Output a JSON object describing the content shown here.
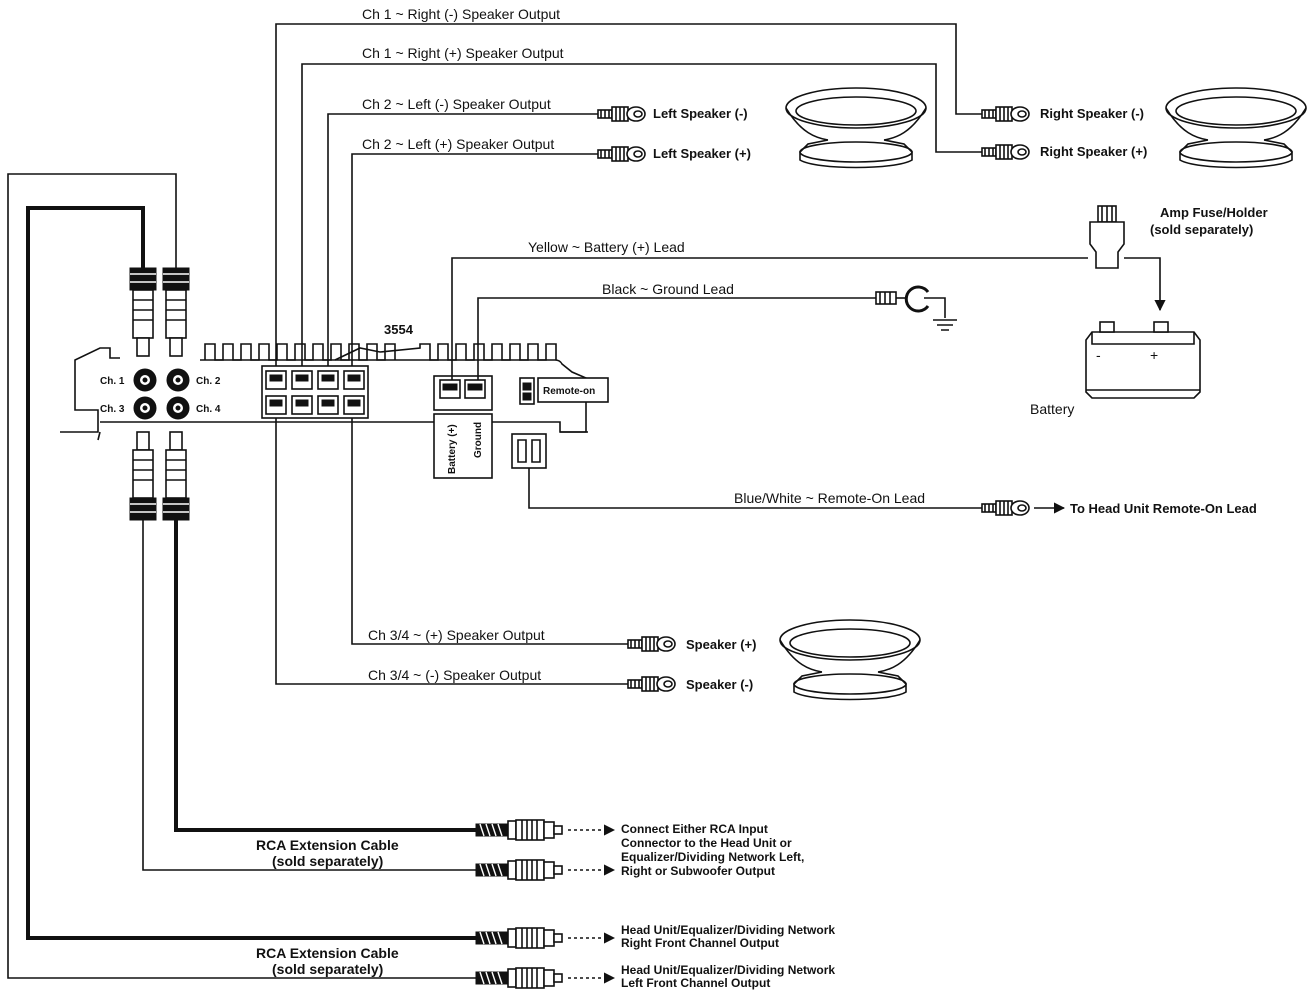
{
  "amplifier": {
    "model": "3554",
    "channel_labels": {
      "ch1": "Ch. 1",
      "ch2": "Ch. 2",
      "ch3": "Ch. 3",
      "ch4": "Ch. 4"
    },
    "power_terminals": {
      "battery": "Battery (+)",
      "ground": "Ground"
    },
    "remote_label": "Remote-on"
  },
  "wires": {
    "ch1_right_neg": "Ch 1 ~  Right (-) Speaker Output",
    "ch1_right_pos": "Ch 1 ~ Right (+) Speaker Output",
    "ch2_left_neg": "Ch 2 ~ Left (-) Speaker Output",
    "ch2_left_pos": "Ch 2 ~ Left (+) Speaker Output",
    "battery_lead": "Yellow ~ Battery  (+) Lead",
    "ground_lead": "Black ~ Ground Lead",
    "remote_lead": "Blue/White ~ Remote-On Lead",
    "ch34_pos": "Ch 3/4 ~ (+) Speaker Output",
    "ch34_neg": "Ch 3/4 ~ (-) Speaker Output"
  },
  "speakers": {
    "left_neg": "Left Speaker (-)",
    "left_pos": "Left Speaker (+)",
    "right_neg": "Right Speaker (-)",
    "right_pos": "Right Speaker (+)",
    "pos": "Speaker (+)",
    "neg": "Speaker (-)"
  },
  "fuse": {
    "line1": "Amp Fuse/Holder",
    "line2": "(sold separately)"
  },
  "battery": {
    "label": "Battery",
    "minus": "-",
    "plus": "+"
  },
  "head_unit_remote": "To Head Unit Remote-On Lead",
  "rca_upper": {
    "cable_line1": "RCA Extension Cable",
    "cable_line2": "(sold separately)",
    "note_line1": "Connect Either RCA Input",
    "note_line2": "Connector to the Head Unit or",
    "note_line3": "Equalizer/Dividing Network Left,",
    "note_line4": "Right or Subwoofer Output"
  },
  "rca_lower": {
    "cable_line1": "RCA Extension Cable",
    "cable_line2": "(sold separately)",
    "right_line1": "Head Unit/Equalizer/Dividing Network",
    "right_line2": "Right Front Channel Output",
    "left_line1": "Head Unit/Equalizer/Dividing Network",
    "left_line2": "Left Front Channel Output"
  }
}
